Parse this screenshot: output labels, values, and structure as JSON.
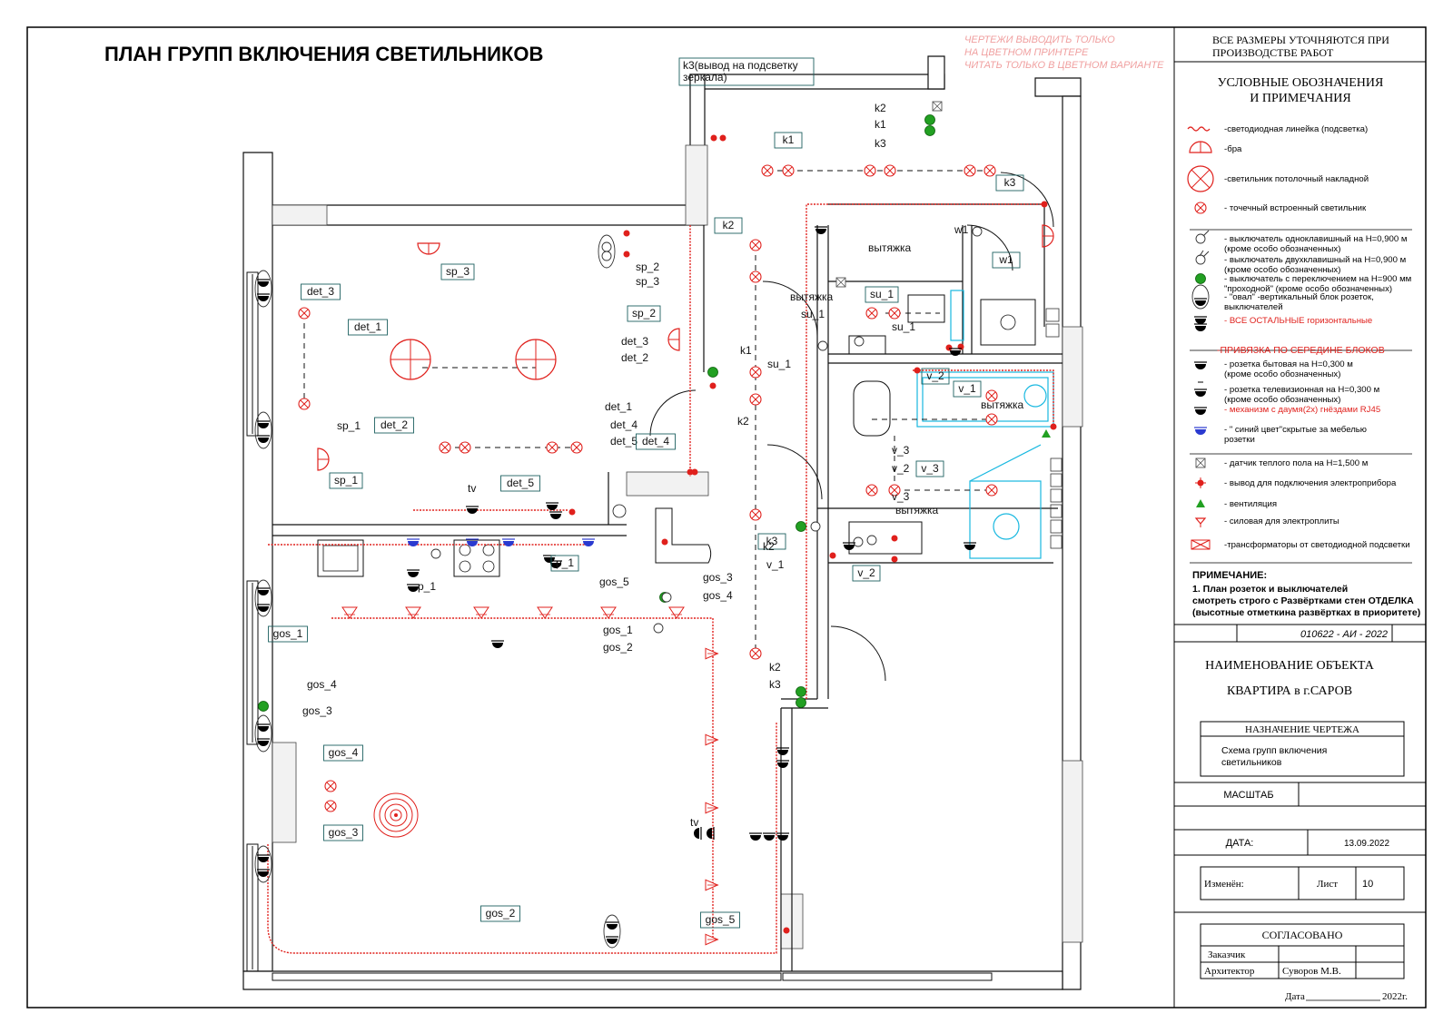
{
  "title": "ПЛАН ГРУПП ВКЛЮЧЕНИЯ СВЕТИЛЬНИКОВ",
  "watermark": [
    "ЧЕРТЕЖИ ВЫВОДИТЬ ТОЛЬКО",
    "НА ЦВЕТНОМ ПРИНТЕРЕ",
    "ЧИТАТЬ ТОЛЬКО В ЦВЕТНОМ ВАРИАНТЕ"
  ],
  "colors": {
    "red": "#e0201c",
    "green": "#22a022",
    "blue": "#2a3ad0",
    "cyan": "#18b8e0",
    "line": "#111111",
    "label_border": "#1d6060",
    "wall": "#555555"
  },
  "legend": {
    "top_note": [
      "ВСЕ РАЗМЕРЫ УТОЧНЯЮТСЯ ПРИ",
      "ПРОИЗВОДСТВЕ РАБОТ"
    ],
    "heading": [
      "УСЛОВНЫЕ ОБОЗНАЧЕНИЯ",
      "И ПРИМЕЧАНИЯ"
    ],
    "items": [
      {
        "icon": "led-strip-icon",
        "text": [
          "-светодиодная линейка (подсветка)"
        ]
      },
      {
        "icon": "wall-sconce-icon",
        "text": [
          "-бра"
        ]
      },
      {
        "icon": "ceiling-light-icon",
        "text": [
          "-светильник потолочный накладной"
        ]
      },
      {
        "icon": "spot-light-icon",
        "text": [
          "- точечный встроенный светильник"
        ]
      },
      {
        "icon": "single-switch-icon",
        "text": [
          "- выключатель одноклавишный на Н=0,900 м",
          "(кроме особо обозначенных)"
        ]
      },
      {
        "icon": "double-switch-icon",
        "text": [
          "- выключатель двухклавишный на Н=0,900 м",
          "(кроме особо обозначенных)"
        ]
      },
      {
        "icon": "passthrough-switch-icon",
        "text": [
          "- выключатель с переключением на Н=900 мм",
          "\"проходной\" (кроме особо обозначенных)"
        ]
      },
      {
        "icon": "oval-block-icon",
        "text": [
          "- \"овал\" -вертикальный блок розеток,",
          "выключателей"
        ]
      },
      {
        "icon": "horizontal-block-icon",
        "text": [
          "- ВСЕ ОСТАЛЬНЫЕ горизонтальные"
        ],
        "red": true
      }
    ],
    "section2": "-ПРИВЯЗКА ПО СЕРЕДИНЕ БЛОКОВ",
    "items2": [
      {
        "icon": "socket-icon",
        "text": [
          "- розетка бытовая на Н=0,300 м",
          "(кроме особо обозначенных)"
        ]
      },
      {
        "icon": "tv-socket-icon",
        "text": [
          "- розетка телевизионная на Н=0,300 м",
          "(кроме особо обозначенных)"
        ]
      },
      {
        "icon": "rj45-socket-icon",
        "text": [
          "- механизм с даумя(2х) гнёздами RJ45"
        ],
        "red": true
      },
      {
        "icon": "hidden-socket-icon",
        "text": [
          "- \" синий цвет\"скрытые за мебелью",
          "розетки"
        ]
      },
      {
        "icon": "floor-sensor-icon",
        "text": [
          "- датчик теплого пола на Н=1,500 м"
        ]
      },
      {
        "icon": "appliance-outlet-icon",
        "text": [
          "- вывод для подключения электроприбора"
        ]
      },
      {
        "icon": "ventilation-icon",
        "text": [
          "- вентиляция"
        ]
      },
      {
        "icon": "stove-power-icon",
        "text": [
          "- силовая для электроплиты"
        ]
      },
      {
        "icon": "transformer-icon",
        "text": [
          "-трансформаторы от светодиодной подсветки"
        ]
      }
    ],
    "note_title": "ПРИМЕЧАНИЕ:",
    "note_lines": [
      "1. План розеток и выключателей",
      "смотреть строго с Развёртками стен ОТДЕЛКА",
      "(высотные отметкина развёртках в приоритете)"
    ]
  },
  "title_block": {
    "project_code": "010622 - АИ - 2022",
    "object_heading": "НАИМЕНОВАНИЕ ОБЪЕКТА",
    "object_name": "КВАРТИРА в г.САРОВ",
    "purpose_heading": "НАЗНАЧЕНИЕ ЧЕРТЕЖА",
    "purpose_text": [
      "Схема групп включения",
      "светильников"
    ],
    "scale_label": "МАСШТАБ",
    "date_label": "ДАТА:",
    "date_value": "13.09.2022",
    "changed_label": "Изменён:",
    "sheet_label": "Лист",
    "sheet_value": "10",
    "approved_heading": "СОГЛАСОВАНО",
    "customer_label": "Заказчик",
    "architect_label": "Архитектор",
    "architect_name": "Суворов М.В.",
    "sign_date_label": "Дата",
    "sign_date_suffix": "2022г."
  },
  "plan_labels": [
    {
      "text": "k3(вывод на подсветку",
      "text2": "зеркала)"
    },
    {
      "text": "k1"
    },
    {
      "text": "k2"
    },
    {
      "text": "k3"
    },
    {
      "text": "k2"
    },
    {
      "text": "k1"
    },
    {
      "text": "k2"
    },
    {
      "text": "k3"
    },
    {
      "text": "k2"
    },
    {
      "text": "k2"
    },
    {
      "text": "k3"
    },
    {
      "text": "w1"
    },
    {
      "text": "w1"
    },
    {
      "text": "вытяжка"
    },
    {
      "text": "вытяжка"
    },
    {
      "text": "вытяжка"
    },
    {
      "text": "вытяжка"
    },
    {
      "text": "su_1"
    },
    {
      "text": "su_1"
    },
    {
      "text": "su_1"
    },
    {
      "text": "su_1"
    },
    {
      "text": "v_2"
    },
    {
      "text": "v_1"
    },
    {
      "text": "v_3"
    },
    {
      "text": "v_2"
    },
    {
      "text": "v_3"
    },
    {
      "text": "v_3"
    },
    {
      "text": "v_1"
    },
    {
      "text": "v_2"
    },
    {
      "text": "sp_3"
    },
    {
      "text": "sp_2"
    },
    {
      "text": "sp_3"
    },
    {
      "text": "sp_2"
    },
    {
      "text": "sp_1"
    },
    {
      "text": "sp_1"
    },
    {
      "text": "det_3"
    },
    {
      "text": "det_1"
    },
    {
      "text": "det_2"
    },
    {
      "text": "det_3"
    },
    {
      "text": "det_2"
    },
    {
      "text": "det_1"
    },
    {
      "text": "det_4"
    },
    {
      "text": "det_5"
    },
    {
      "text": "det_4"
    },
    {
      "text": "det_5"
    },
    {
      "text": "p_1"
    },
    {
      "text": "p_1"
    },
    {
      "text": "gos_5"
    },
    {
      "text": "gos_3"
    },
    {
      "text": "gos_4"
    },
    {
      "text": "gos_1"
    },
    {
      "text": "gos_2"
    },
    {
      "text": "gos_1"
    },
    {
      "text": "gos_4"
    },
    {
      "text": "gos_3"
    },
    {
      "text": "gos_4"
    },
    {
      "text": "gos_3"
    },
    {
      "text": "gos_2"
    },
    {
      "text": "gos_5"
    },
    {
      "text": "tv"
    },
    {
      "text": "tv"
    }
  ]
}
